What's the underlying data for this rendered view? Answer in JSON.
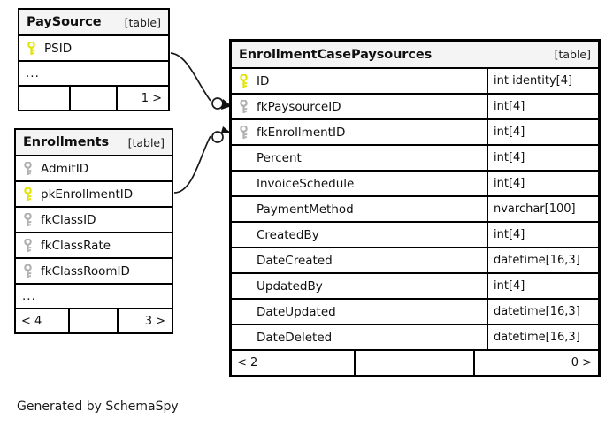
{
  "diagram": {
    "footer_note": "Generated by SchemaSpy",
    "table_tag": "[table]",
    "ellipsis": "...",
    "colors": {
      "primary_key": "#e3e300",
      "foreign_key": "#b0b0b0",
      "header_background": "#f4f4f4",
      "border": "#000000",
      "page_background": "#ffffff"
    }
  },
  "tables": {
    "paysource": {
      "name": "PaySource",
      "tag": "[table]",
      "columns": [
        {
          "name": "PSID",
          "key": "primary",
          "type": ""
        }
      ],
      "has_ellipsis": true,
      "ellipsis": "...",
      "footer": {
        "left": "",
        "middle": "",
        "right": "1 >"
      }
    },
    "enrollments": {
      "name": "Enrollments",
      "tag": "[table]",
      "columns": [
        {
          "name": "AdmitID",
          "key": "foreign",
          "type": ""
        },
        {
          "name": "pkEnrollmentID",
          "key": "primary",
          "type": ""
        },
        {
          "name": "fkClassID",
          "key": "foreign",
          "type": ""
        },
        {
          "name": "fkClassRate",
          "key": "foreign",
          "type": ""
        },
        {
          "name": "fkClassRoomID",
          "key": "foreign",
          "type": ""
        }
      ],
      "has_ellipsis": true,
      "ellipsis": "...",
      "footer": {
        "left": "< 4",
        "middle": "",
        "right": "3 >"
      }
    },
    "enrollmentcasepaysources": {
      "name": "EnrollmentCasePaysources",
      "tag": "[table]",
      "columns": [
        {
          "name": "ID",
          "key": "primary",
          "type": "int identity[4]"
        },
        {
          "name": "fkPaysourceID",
          "key": "foreign",
          "type": "int[4]"
        },
        {
          "name": "fkEnrollmentID",
          "key": "foreign",
          "type": "int[4]"
        },
        {
          "name": "Percent",
          "key": "none",
          "type": "int[4]"
        },
        {
          "name": "InvoiceSchedule",
          "key": "none",
          "type": "int[4]"
        },
        {
          "name": "PaymentMethod",
          "key": "none",
          "type": "nvarchar[100]"
        },
        {
          "name": "CreatedBy",
          "key": "none",
          "type": "int[4]"
        },
        {
          "name": "DateCreated",
          "key": "none",
          "type": "datetime[16,3]"
        },
        {
          "name": "UpdatedBy",
          "key": "none",
          "type": "int[4]"
        },
        {
          "name": "DateUpdated",
          "key": "none",
          "type": "datetime[16,3]"
        },
        {
          "name": "DateDeleted",
          "key": "none",
          "type": "datetime[16,3]"
        }
      ],
      "has_ellipsis": false,
      "ellipsis": "",
      "footer": {
        "left": "< 2",
        "middle": "",
        "right": "0 >"
      }
    }
  },
  "relationships": [
    {
      "from_table": "PaySource",
      "from_column": "PSID",
      "to_table": "EnrollmentCasePaysources",
      "to_column": "fkPaysourceID"
    },
    {
      "from_table": "Enrollments",
      "from_column": "pkEnrollmentID",
      "to_table": "EnrollmentCasePaysources",
      "to_column": "fkEnrollmentID"
    }
  ]
}
